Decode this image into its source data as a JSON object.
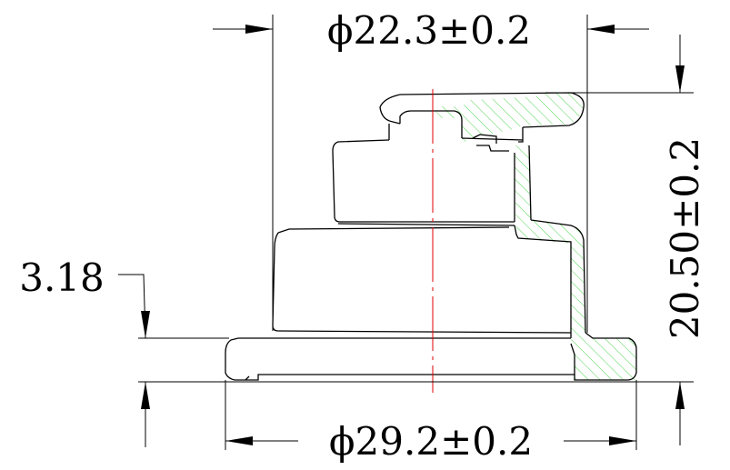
{
  "dimensions": {
    "top_diameter": "ϕ22.3±0.2",
    "bottom_diameter": "ϕ29.2±0.2",
    "height": "20.50±0.2",
    "flange": "3.18"
  },
  "colors": {
    "outline": "#000000",
    "centerline": "#e00000",
    "hatch": "#3ccf3c",
    "background": "#ffffff"
  }
}
